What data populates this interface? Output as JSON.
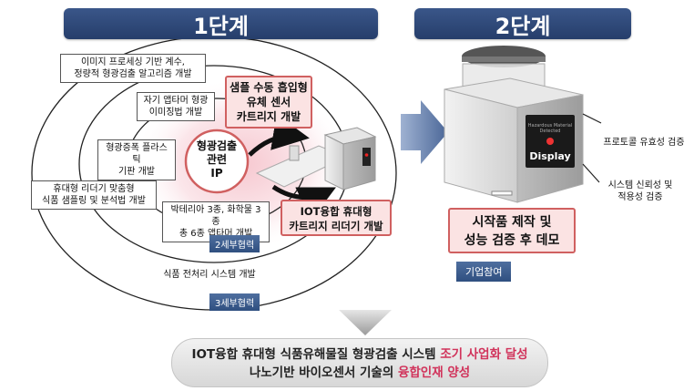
{
  "stage1": {
    "title": "1단계",
    "center": [
      "형광검출",
      "관련",
      "IP"
    ],
    "boxes": {
      "image_processing": [
        "이미지 프로세싱 기반 계수,",
        "정량적 형광검출 알고리즘 개발"
      ],
      "aptamer_imaging": [
        "자기 앱타머 형광",
        "이미징법 개발"
      ],
      "plastic_substrate": [
        "형광증폭 플라스틱",
        "기판 개발"
      ],
      "portable_reader": [
        "휴대형 리더기 맞춤형",
        "식품 샘플링 및 분석법 개발"
      ],
      "bacteria_aptamer": [
        "박테리아 3종, 화학물 3종",
        "총 6종 앱타머 개발"
      ],
      "food_pretreatment": [
        "식품 전처리 시스템 개발"
      ]
    },
    "highlights": {
      "sensor_cartridge": [
        "샘플 수동 흡입형",
        "유체 센서",
        "카트리지 개발"
      ],
      "iot_reader": [
        "IOT융합 휴대형",
        "카트리지 리더기 개발"
      ]
    },
    "tags": {
      "second": "2세부협력",
      "third": "3세부협력"
    }
  },
  "stage2": {
    "title": "2단계",
    "device_display": "Display",
    "device_panel_text": [
      "Hazardous Material",
      "Detected"
    ],
    "boxes": {
      "protocol": [
        "프로토콜 유효성 검증"
      ],
      "system": [
        "시스템 신뢰성 및",
        "적용성 검증"
      ]
    },
    "highlight": [
      "시작품 제작 및",
      "성능 검증 후 데모"
    ],
    "tag": "기업참여"
  },
  "banner": {
    "line1_a": "IOT융합 휴대형 식품유해물질 형광검출 시스템 ",
    "line1_b": "조기 사업화 달성",
    "line2_a": "나노기반 바이오센서 기술의 ",
    "line2_b": "융합인재 양성"
  },
  "colors": {
    "header": "#2f4a7a",
    "highlight_red": "#d06060",
    "accent_text": "#d1335b"
  }
}
